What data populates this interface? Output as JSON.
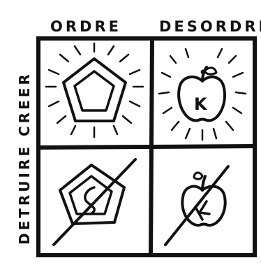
{
  "columns": {
    "left": "ORDRE",
    "right": "DESORDRE"
  },
  "rows": {
    "top": "CREER",
    "bottom": "DETRUIRE"
  },
  "cells": {
    "top_left": {
      "icon": "pentagon-radiating-icon"
    },
    "top_right": {
      "icon": "apple-k-radiating-icon",
      "letter": "K"
    },
    "bottom_left": {
      "icon": "pentagon-crossed-icon"
    },
    "bottom_right": {
      "icon": "apple-crossed-icon"
    }
  },
  "colors": {
    "ink": "#111111",
    "paper": "#ffffff"
  }
}
